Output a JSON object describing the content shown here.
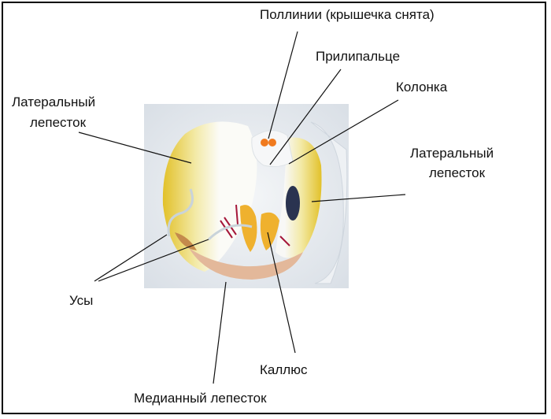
{
  "labels": {
    "pollinia": "Поллинии (крышечка снята)",
    "viscidium": "Прилипальце",
    "column": "Колонка",
    "lateral_petal_left_1": "Латеральный",
    "lateral_petal_left_2": "лепесток",
    "lateral_petal_right_1": "Латеральный",
    "lateral_petal_right_2": "лепесток",
    "antennae": "Усы",
    "callus": "Каллюс",
    "median_petal": "Медианный лепесток"
  }
}
